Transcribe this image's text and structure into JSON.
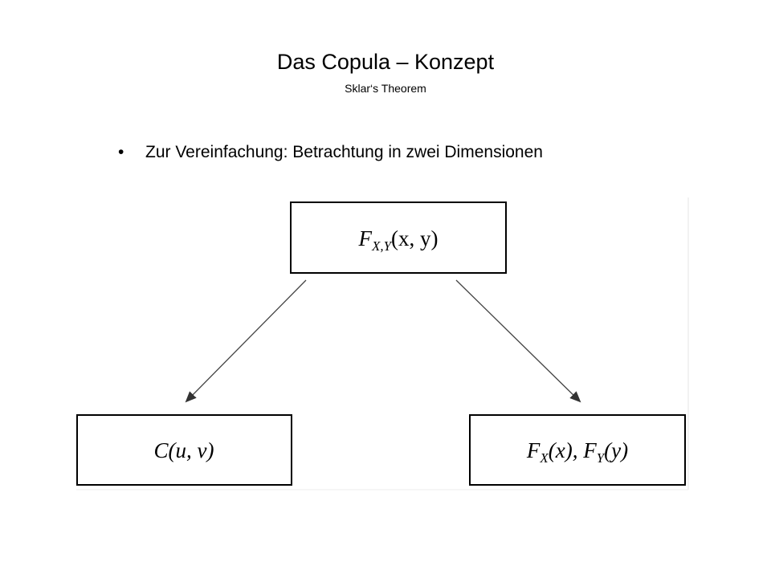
{
  "slide": {
    "title": "Das Copula – Konzept",
    "subtitle": "Sklar‘s Theorem",
    "bullet": "Zur Vereinfachung: Betrachtung in zwei Dimensionen"
  },
  "diagram": {
    "top_box": {
      "F": "F",
      "sub": "X,Y",
      "args": "(x, y)"
    },
    "left_box": {
      "text": "C(u, v)"
    },
    "right_box": {
      "F1": "F",
      "sub1": "X",
      "args1": "(x), ",
      "F2": "F",
      "sub2": "Y",
      "args2": "(y)"
    },
    "arrow_color": "#444444",
    "box_border_color": "#000000"
  }
}
